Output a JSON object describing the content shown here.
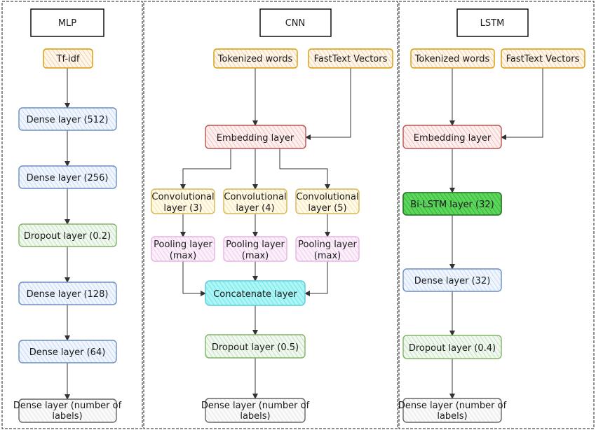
{
  "columns": [
    {
      "title": "MLP",
      "nodes": [
        {
          "lines": [
            "Tf-idf"
          ],
          "style": "input"
        },
        {
          "lines": [
            "Dense layer (512)"
          ],
          "style": "dense"
        },
        {
          "lines": [
            "Dense layer (256)"
          ],
          "style": "dense"
        },
        {
          "lines": [
            "Dropout layer (0.2)"
          ],
          "style": "dropout"
        },
        {
          "lines": [
            "Dense layer (128)"
          ],
          "style": "dense"
        },
        {
          "lines": [
            "Dense layer (64)"
          ],
          "style": "dense"
        },
        {
          "lines": [
            "Dense layer (number of",
            "labels)"
          ],
          "style": "output"
        }
      ]
    },
    {
      "title": "CNN",
      "nodes": [
        {
          "lines": [
            "Tokenized words"
          ],
          "style": "input"
        },
        {
          "lines": [
            "FastText Vectors"
          ],
          "style": "input"
        },
        {
          "lines": [
            "Embedding layer"
          ],
          "style": "embedding"
        },
        {
          "lines": [
            "Convolutional",
            "layer (3)"
          ],
          "style": "conv"
        },
        {
          "lines": [
            "Convolutional",
            "layer (4)"
          ],
          "style": "conv"
        },
        {
          "lines": [
            "Convolutional",
            "layer (5)"
          ],
          "style": "conv"
        },
        {
          "lines": [
            "Pooling layer",
            "(max)"
          ],
          "style": "pool"
        },
        {
          "lines": [
            "Pooling layer",
            "(max)"
          ],
          "style": "pool"
        },
        {
          "lines": [
            "Pooling layer",
            "(max)"
          ],
          "style": "pool"
        },
        {
          "lines": [
            "Concatenate layer"
          ],
          "style": "concat"
        },
        {
          "lines": [
            "Dropout layer (0.5)"
          ],
          "style": "dropout"
        },
        {
          "lines": [
            "Dense layer (number of",
            "labels)"
          ],
          "style": "output"
        }
      ]
    },
    {
      "title": "LSTM",
      "nodes": [
        {
          "lines": [
            "Tokenized words"
          ],
          "style": "input"
        },
        {
          "lines": [
            "FastText Vectors"
          ],
          "style": "input"
        },
        {
          "lines": [
            "Embedding layer"
          ],
          "style": "embedding"
        },
        {
          "lines": [
            "Bi-LSTM layer (32)"
          ],
          "style": "lstm"
        },
        {
          "lines": [
            "Dense layer (32)"
          ],
          "style": "dense"
        },
        {
          "lines": [
            "Dropout layer (0.4)"
          ],
          "style": "dropout"
        },
        {
          "lines": [
            "Dense layer (number of",
            "labels)"
          ],
          "style": "output"
        }
      ]
    }
  ],
  "colors": {
    "input": {
      "fill": "#fbe3c8",
      "stroke": "#d79b00"
    },
    "dense": {
      "fill": "#dae8fc",
      "stroke": "#6c8ebf"
    },
    "dropout": {
      "fill": "#d5e8d4",
      "stroke": "#82b366"
    },
    "embedding": {
      "fill": "#f8cecc",
      "stroke": "#b85450"
    },
    "conv": {
      "fill": "#fff2cc",
      "stroke": "#d6b656"
    },
    "pool": {
      "fill": "#f6d6f4",
      "stroke": "#e6b3e3"
    },
    "concat": {
      "fill": "#8ff0f0",
      "stroke": "#5fc9d6"
    },
    "lstm": {
      "fill": "#47c947",
      "stroke": "#2d7d2d"
    },
    "output": {
      "fill": "#f5f5f5",
      "stroke": "#666666"
    },
    "title": {
      "fill": "#ffffff",
      "stroke": "#000000"
    },
    "edge": "#333333"
  }
}
